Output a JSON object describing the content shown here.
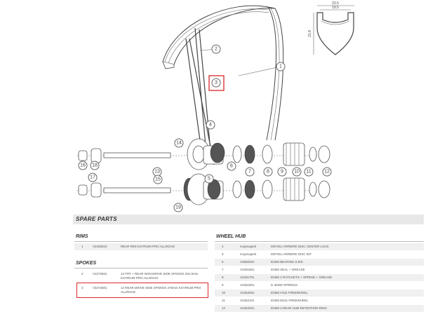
{
  "diagram": {
    "rim_profile": {
      "width_top": "23.5",
      "width_inner": "19.5",
      "height": "21.8"
    },
    "callouts": [
      "1",
      "2",
      "3",
      "4",
      "5",
      "6",
      "7",
      "8",
      "9",
      "10",
      "11",
      "12",
      "13",
      "14",
      "15",
      "16",
      "17",
      "18",
      "19"
    ],
    "highlight_color": "#d9262a"
  },
  "parts_list": {
    "title": "SPARE PARTS",
    "rims": {
      "heading": "RIMS",
      "rows": [
        {
          "num": "1",
          "code": "V2402510",
          "desc": "REAR RIM KSYRIUM PRO ALLROAD"
        }
      ]
    },
    "spokes": {
      "heading": "SPOKES",
      "rows": [
        {
          "num": "2",
          "code": "V2272501",
          "desc": "12 FRT + REAR NON-DRIVE SIDE SPOKES 291.5mm KSYRIUM PRO ALLROAD"
        },
        {
          "num": "3",
          "code": "V2272601",
          "desc": "12 REAR DRIVE SIDE SPOKES 276mm KSYRIUM PRO ALLROAD"
        }
      ]
    },
    "wheel_hub": {
      "heading": "WHEEL HUB",
      "rows": [
        {
          "num": "4",
          "code": "moyeuapml",
          "desc": "MOYEU ARRIERE DISC CENTER LOCK"
        },
        {
          "num": "5",
          "code": "moyeuapml",
          "desc": "MOYEU ARRIERE DISC INT"
        },
        {
          "num": "6",
          "code": "V2560201",
          "desc": "ID360 BEARING 6 BIS"
        },
        {
          "num": "7",
          "code": "V2251601",
          "desc": "ID360 SEAL + GREASE"
        },
        {
          "num": "8",
          "code": "V2251701",
          "desc": "ID360 2 RATCHETS + SPRING + GREASE"
        },
        {
          "num": "9",
          "code": "V2251801",
          "desc": "D ID360 SPRINGS"
        },
        {
          "num": "10",
          "code": "V2252001",
          "desc": "ID360 H311 FREEWHEEL"
        },
        {
          "num": "11",
          "code": "V2252101",
          "desc": "ID360 ED11 FREEWHEEL"
        },
        {
          "num": "12",
          "code": "V2252201",
          "desc": "ID360 2 REAR HUB RETENTION RING"
        }
      ]
    }
  }
}
